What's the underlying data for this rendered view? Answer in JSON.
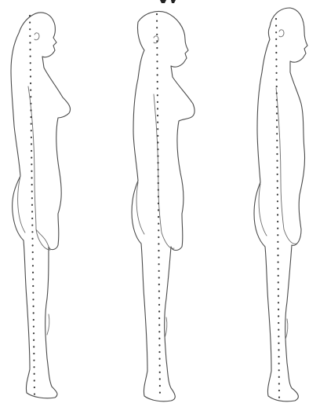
{
  "figure": {
    "panels": [
      {
        "id": "posture-1"
      },
      {
        "id": "posture-2"
      },
      {
        "id": "posture-3"
      }
    ]
  }
}
